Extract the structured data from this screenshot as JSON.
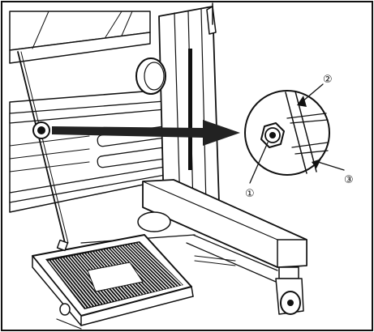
{
  "callouts": [
    {
      "id": "1",
      "text": "①"
    },
    {
      "id": "2",
      "text": "②"
    },
    {
      "id": "3",
      "text": "③"
    }
  ],
  "colors": {
    "line": "#111111",
    "background": "#ffffff",
    "arrow": "#222222"
  }
}
